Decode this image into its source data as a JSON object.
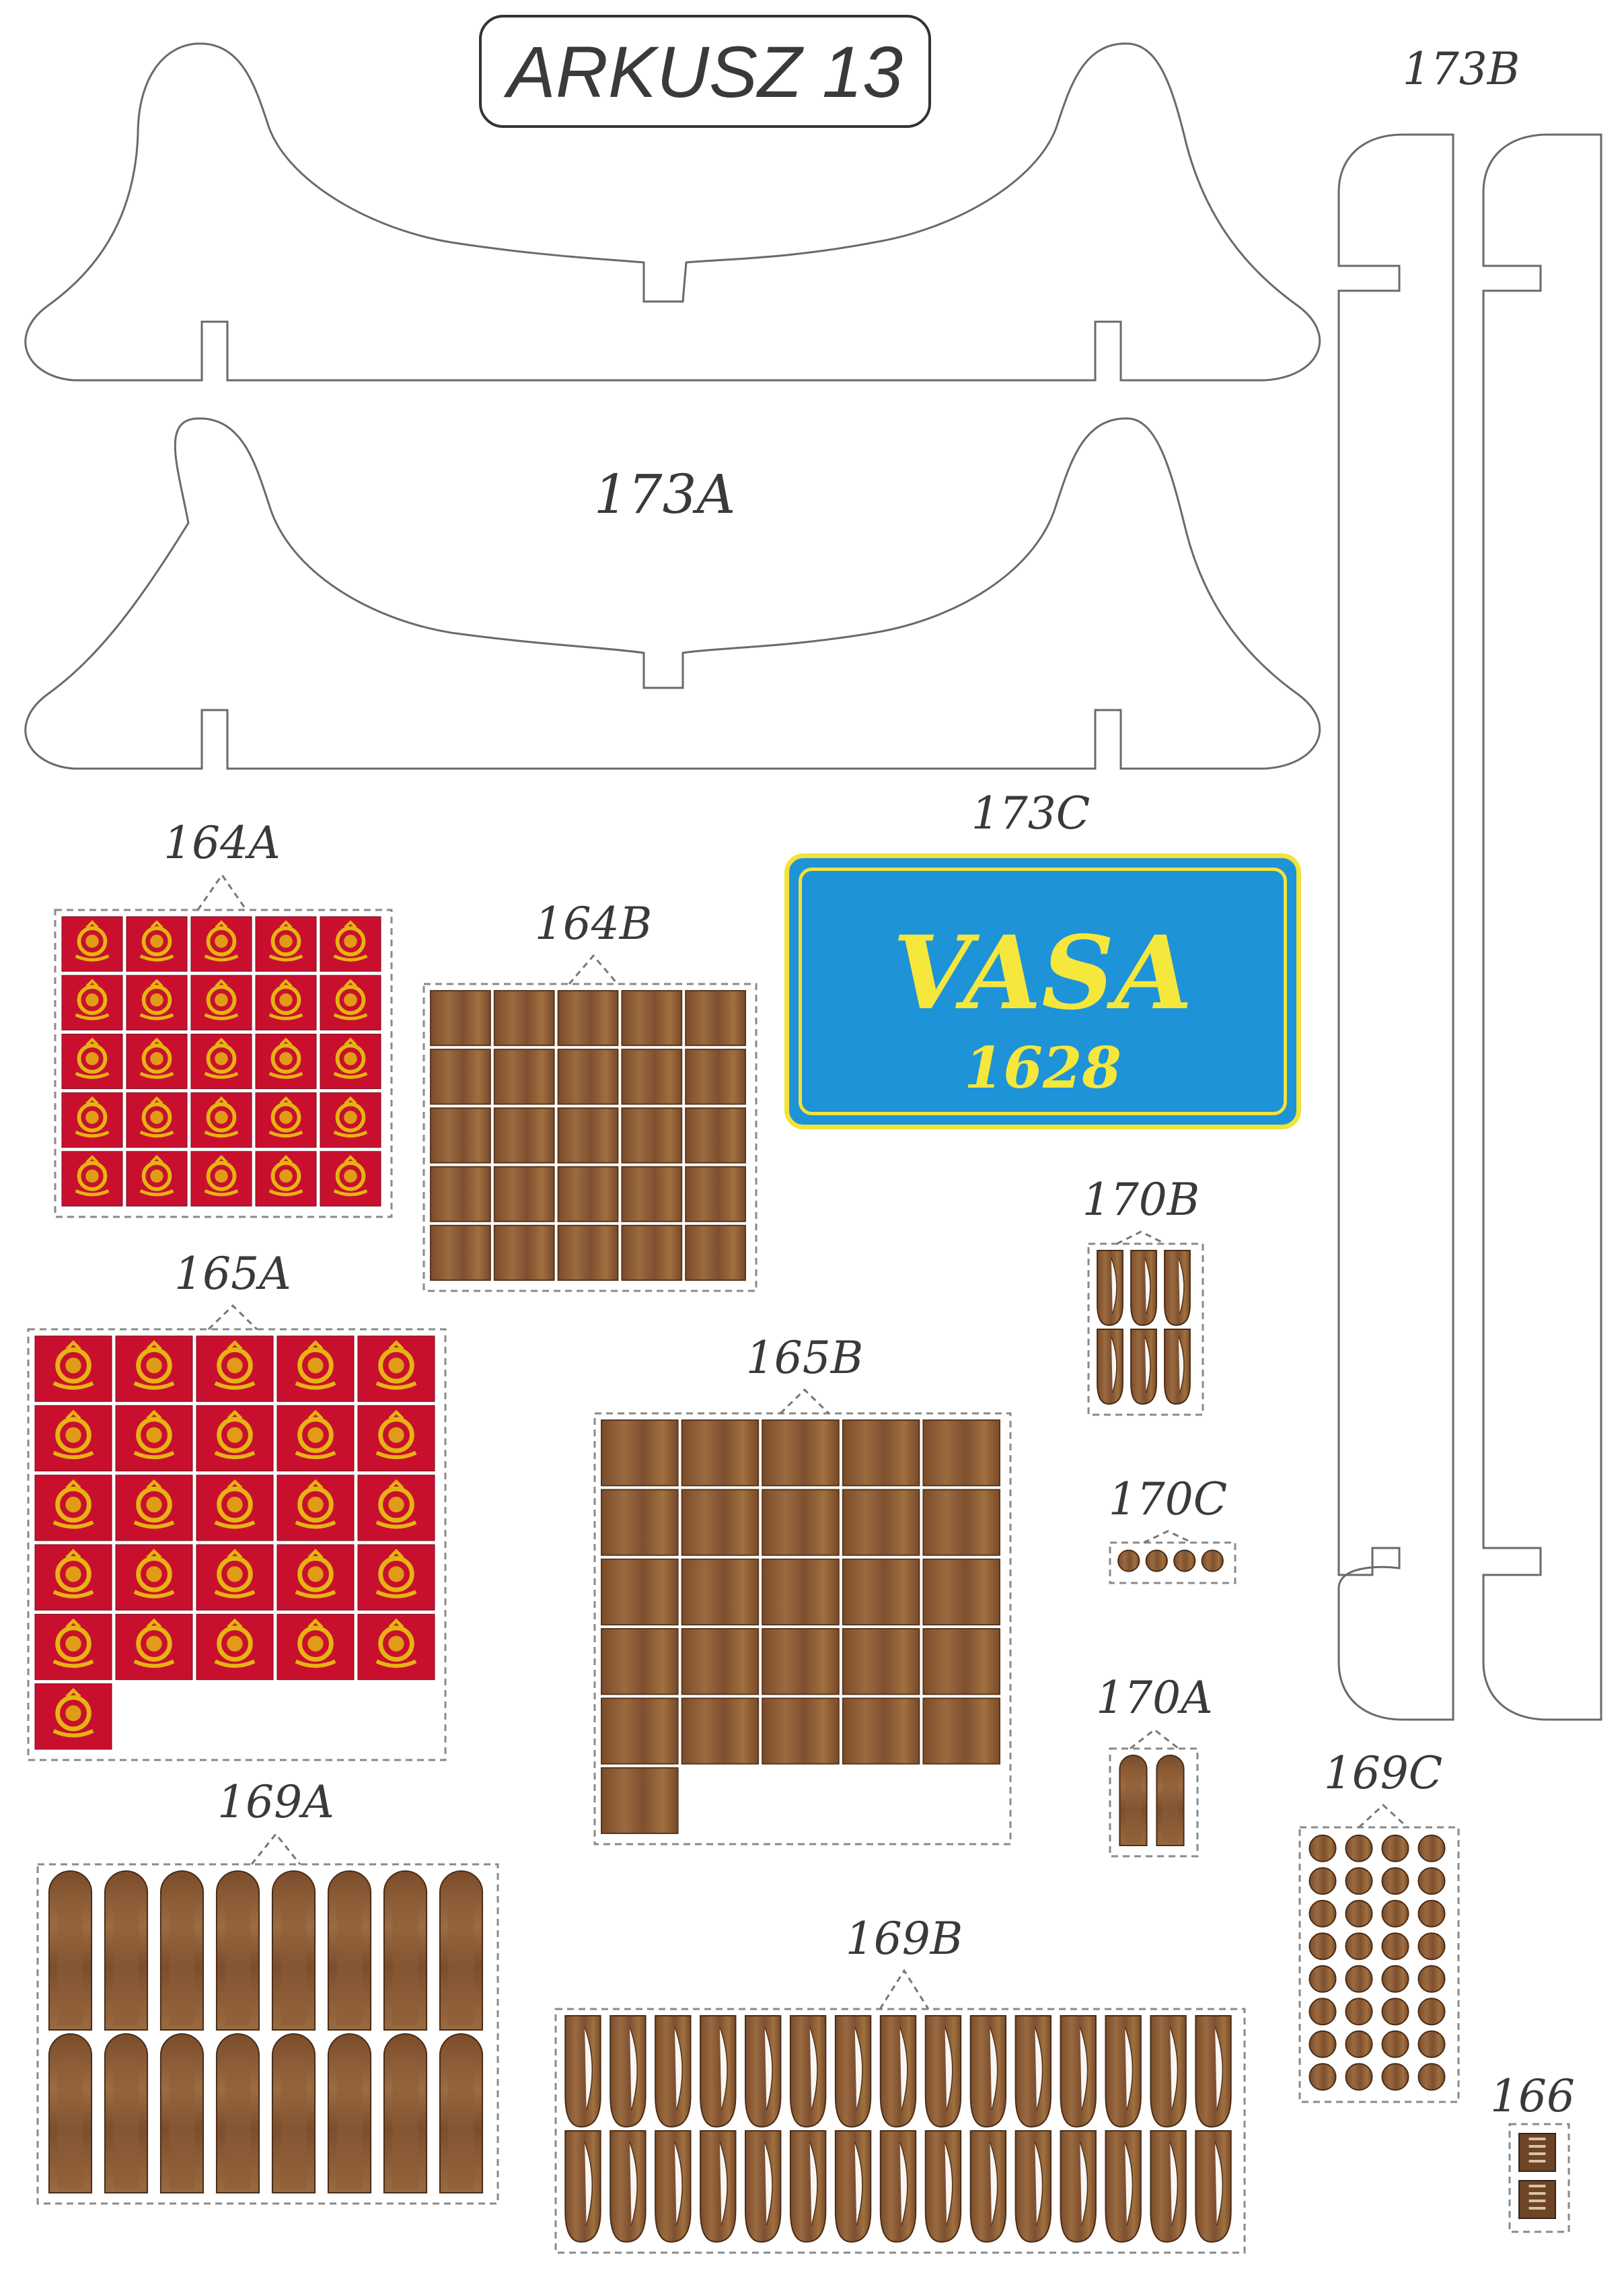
{
  "sheet_title": "ARKUSZ 13",
  "plate": {
    "name": "VASA",
    "year": "1628"
  },
  "labels": {
    "l173a": "173A",
    "l173b": "173B",
    "l173c": "173C",
    "l164a": "164A",
    "l164b": "164B",
    "l165a": "165A",
    "l165b": "165B",
    "l169a": "169A",
    "l169b": "169B",
    "l169c": "169C",
    "l170a": "170A",
    "l170b": "170B",
    "l170c": "170C",
    "l166": "166"
  },
  "parts": {
    "164A": {
      "kind": "emblem",
      "rows": 5,
      "cols": 5,
      "count": 25
    },
    "164B": {
      "kind": "wood-square",
      "rows": 5,
      "cols": 5,
      "count": 25
    },
    "165A": {
      "kind": "emblem",
      "rows": 6,
      "cols": 5,
      "count": 26
    },
    "165B": {
      "kind": "wood-square",
      "rows": 6,
      "cols": 5,
      "count": 26
    },
    "169A": {
      "kind": "wood-arch",
      "rows": 2,
      "cols": 8,
      "count": 16
    },
    "169B": {
      "kind": "wood-shield",
      "rows": 2,
      "cols": 15,
      "count": 30
    },
    "169C": {
      "kind": "wood-disc",
      "rows": 8,
      "cols": 4,
      "count": 32
    },
    "170A": {
      "kind": "wood-arch",
      "rows": 1,
      "cols": 2,
      "count": 2
    },
    "170B": {
      "kind": "wood-shield",
      "rows": 2,
      "cols": 3,
      "count": 6
    },
    "170C": {
      "kind": "wood-disc",
      "rows": 1,
      "cols": 4,
      "count": 4
    },
    "166": {
      "kind": "ladder",
      "rows": 2,
      "cols": 1,
      "count": 2
    }
  },
  "colors": {
    "emblem_bg": "#c8102e",
    "emblem_gold": "#e6b412",
    "wood": "#8a5a35",
    "wood_dark": "#6e4426",
    "wood_light": "#a8744a",
    "plate_blue": "#1e93d8",
    "plate_yellow": "#f2e33a",
    "outline": "#555555"
  }
}
